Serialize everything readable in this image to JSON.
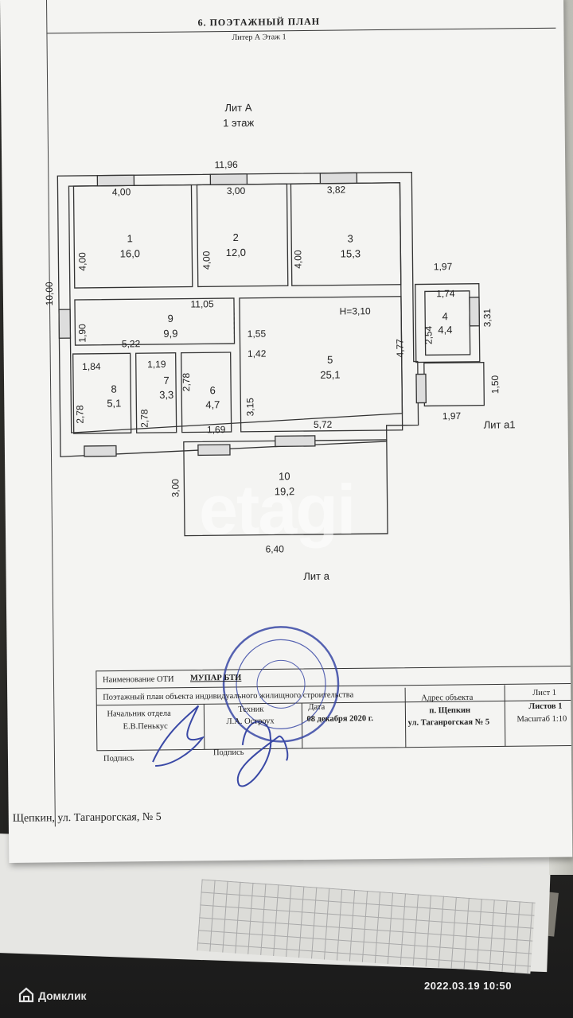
{
  "document": {
    "title": "6. ПОЭТАЖНЫЙ ПЛАН",
    "subtitle": "Литер А Этаж 1"
  },
  "plan": {
    "lit_label": "Лит А",
    "floor_label": "1 этаж",
    "overall_width": "11,96",
    "overall_height": "10,00",
    "ceiling_height": "H=3,10",
    "rooms": [
      {
        "number": "1",
        "area": "16,0",
        "width": "4,00",
        "depth": "4,00"
      },
      {
        "number": "2",
        "area": "12,0",
        "width": "3,00",
        "depth": "4,00"
      },
      {
        "number": "3",
        "area": "15,3",
        "width": "3,82",
        "depth": "4,00"
      },
      {
        "number": "4",
        "area": "4,4",
        "width": "1,74",
        "depth": "2,54"
      },
      {
        "number": "5",
        "area": "25,1",
        "width": "5,72",
        "depth": "3,15"
      },
      {
        "number": "6",
        "area": "4,7",
        "width": "1,69",
        "depth": "2,78"
      },
      {
        "number": "7",
        "area": "3,3",
        "width": "1,19",
        "depth": "2,78"
      },
      {
        "number": "8",
        "area": "5,1",
        "width": "1,84",
        "depth": "2,78"
      },
      {
        "number": "9",
        "area": "9,9",
        "width": "5,22",
        "depth": "1,90"
      },
      {
        "number": "10",
        "area": "19,2",
        "width": "6,40",
        "depth": "3,00"
      }
    ],
    "extra_dims": {
      "corridor_len": "11,05",
      "d155": "1,55",
      "d142": "1,42",
      "d477": "4,77",
      "d197_top": "1,97",
      "d197_bottom": "1,97",
      "d331": "3,31",
      "d150": "1,50"
    },
    "lit_a1_label": "Лит а1",
    "lit_a_label": "Лит а"
  },
  "title_block": {
    "org_label": "Наименование ОТИ",
    "org_name": "МУПАР БТИ",
    "plan_desc": "Поэтажный план объекта индивидуального жилищного строительства",
    "head_role": "Начальник отдела",
    "head_name": "Е.В.Пенькус",
    "tech_role": "Техник",
    "tech_name": "Л.А. Остроух",
    "date_label": "Дата",
    "date_value": "08 декабря 2020 г.",
    "address_label": "Адрес объекта",
    "address_line1": "п. Щепкин",
    "address_line2": "ул. Таганрогская № 5",
    "sheet": "Лист 1",
    "sheets_total": "Листов 1",
    "scale": "Масштаб 1:10",
    "sign_label_1": "Подпись",
    "sign_label_2": "Подпись"
  },
  "footer_address": "Щепкин, ул. Таганрогская, № 5",
  "watermark": "etagi",
  "brand": "Домклик",
  "timestamp": "2022.03.19 10:50",
  "colors": {
    "paper": "#f4f4f2",
    "ink": "#222222",
    "stamp": "#3a49a6",
    "desk": "#2a2a28"
  }
}
